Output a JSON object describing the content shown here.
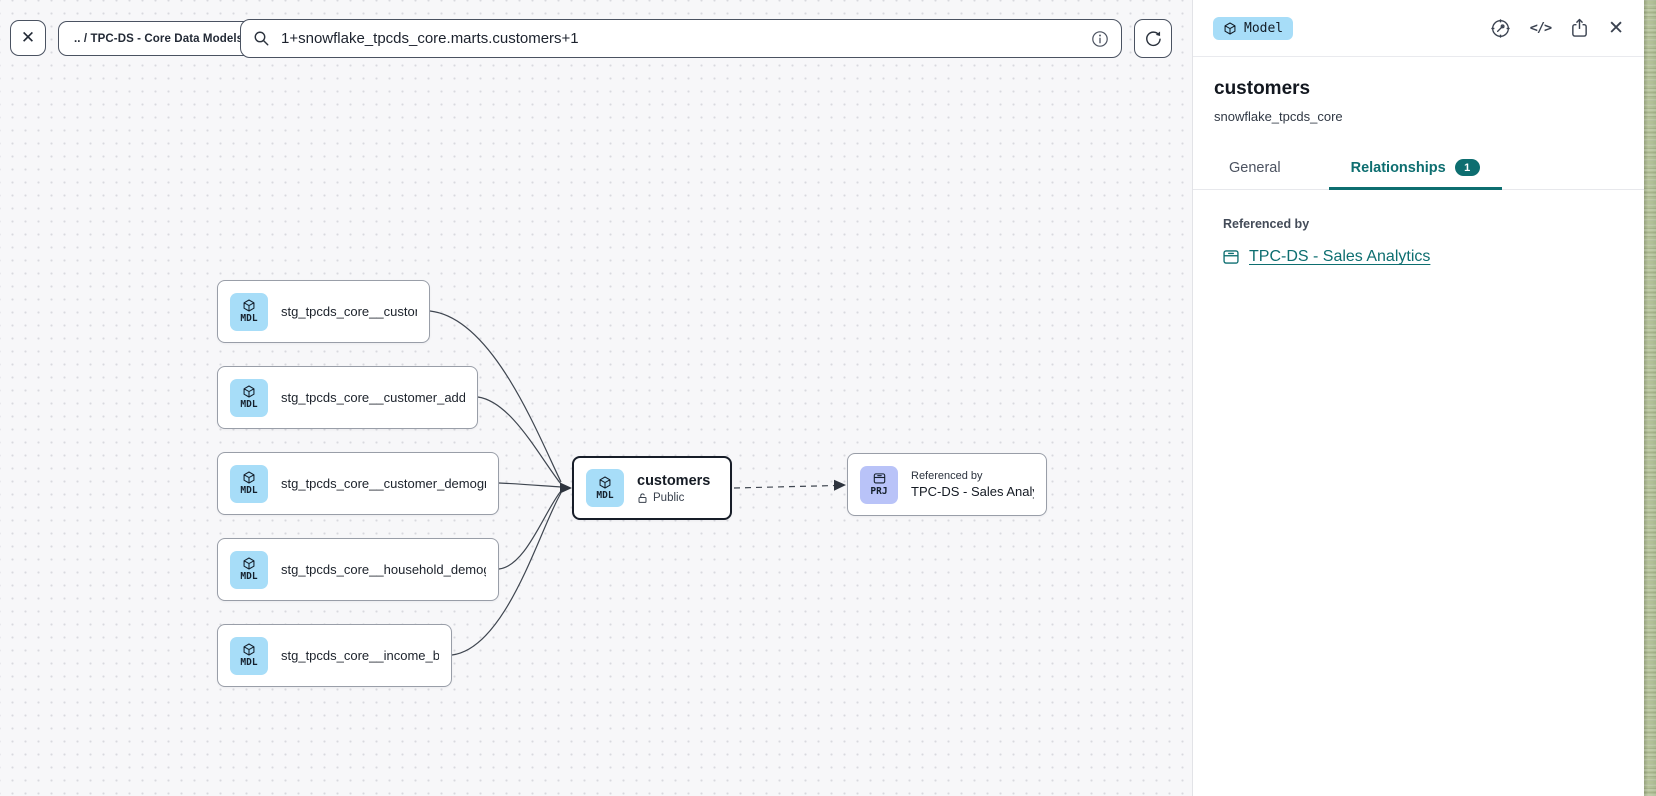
{
  "toolbar": {
    "close_glyph": "✕",
    "breadcrumb": ".. / TPC-DS - Core Data Models",
    "search_value": "1+snowflake_tpcds_core.marts.customers+1"
  },
  "canvas": {
    "model_badge_label": "MDL",
    "project_badge_label": "PRJ",
    "upstream_nodes": [
      {
        "label": "stg_tpcds_core__customer"
      },
      {
        "label": "stg_tpcds_core__customer_address"
      },
      {
        "label": "stg_tpcds_core__customer_demogra..."
      },
      {
        "label": "stg_tpcds_core__household_demogr..."
      },
      {
        "label": "stg_tpcds_core__income_band"
      }
    ],
    "selected_node": {
      "title": "customers",
      "access": "Public"
    },
    "project_node": {
      "kicker": "Referenced by",
      "title": "TPC-DS - Sales Analytics"
    }
  },
  "panel": {
    "type_badge": "Model",
    "title": "customers",
    "subtitle": "snowflake_tpcds_core",
    "tabs": {
      "general": "General",
      "relationships": "Relationships",
      "relationships_count": "1"
    },
    "referenced_by_heading": "Referenced by",
    "referenced_by_link": "TPC-DS - Sales Analytics",
    "code_glyph": "</>",
    "close_glyph": "✕"
  },
  "icons": {
    "close": "✕",
    "search": "magnifier",
    "info": "circled-i",
    "refresh": "circular-arrow",
    "model": "cube",
    "project": "archive-box",
    "public": "open-padlock",
    "explore": "compass",
    "code": "</>",
    "share": "box-with-up-arrow"
  },
  "colors": {
    "accent_teal": "#0d6e70",
    "model_badge_bg": "#a7ddf8",
    "project_badge_bg": "#b9c3f8",
    "canvas_bg": "#f7f7f9",
    "edge": "#3f4650",
    "selected_border": "#171d28"
  }
}
